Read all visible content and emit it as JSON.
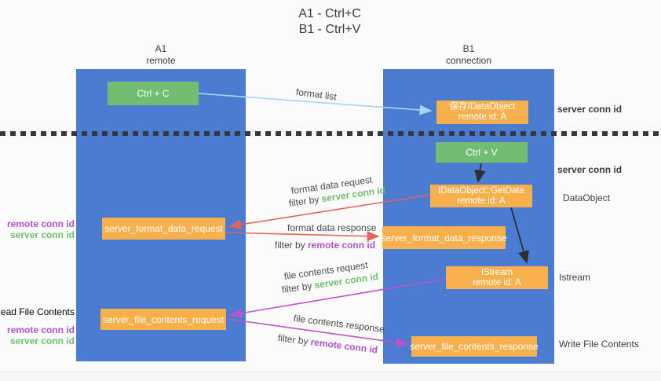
{
  "title": {
    "line1": "A1 - Ctrl+C",
    "line2": "B1 - Ctrl+V"
  },
  "columns": {
    "left": {
      "name": "A1",
      "subtitle": "remote"
    },
    "right": {
      "name": "B1",
      "subtitle": "connection"
    }
  },
  "nodes": {
    "ctrl_c": "Ctrl + C",
    "ctrl_v": "Ctrl + V",
    "save_idataobject": {
      "line1": "保存IDataObject",
      "line2": "remote id: A"
    },
    "getdata": {
      "line1": "IDataObject::GetData",
      "line2": "remote id: A"
    },
    "istream": {
      "line1": "IStream",
      "line2": "remote id: A"
    },
    "server_format_data_request": "server_format_data_request",
    "server_format_data_response": "server_format_data_response",
    "server_file_contents_request": "server_file_contents_request",
    "server_file_contents_response": "server_file_contents_response"
  },
  "flow_labels": {
    "format_list": "format list",
    "format_data_request": "format data request",
    "format_data_response": "format data response",
    "file_contents_request": "file contents request",
    "file_contents_response": "file contents response",
    "filter_prefix": "filter by ",
    "server_conn_id": "server conn id",
    "remote_conn_id": "remote conn id"
  },
  "side_labels": {
    "right_server_conn_id_top": "server conn id",
    "right_server_conn_id_mid": "server conn id",
    "right_dataobject": "DataObject",
    "right_istream": "Istream",
    "right_write_file_contents": "Write File Contents",
    "left_remote_conn_id_1": "remote conn id",
    "left_server_conn_id_1": "server conn id",
    "left_read_file_contents": "Read File Contents",
    "left_remote_conn_id_2": "remote conn id",
    "left_server_conn_id_2": "server conn id"
  },
  "colors": {
    "background": "#fbfbfb",
    "lifeline_blue": "#4a7dd2",
    "node_green": "#71bd72",
    "node_orange": "#f8b04d",
    "arrow_blue": "#a9d3f3",
    "arrow_red": "#e7625b",
    "arrow_magenta": "#bc55c7",
    "arrow_black": "#2e2e2e",
    "label_green": "#6cc06c",
    "label_purple": "#b052c8",
    "text_dark": "#3d3d3d"
  }
}
